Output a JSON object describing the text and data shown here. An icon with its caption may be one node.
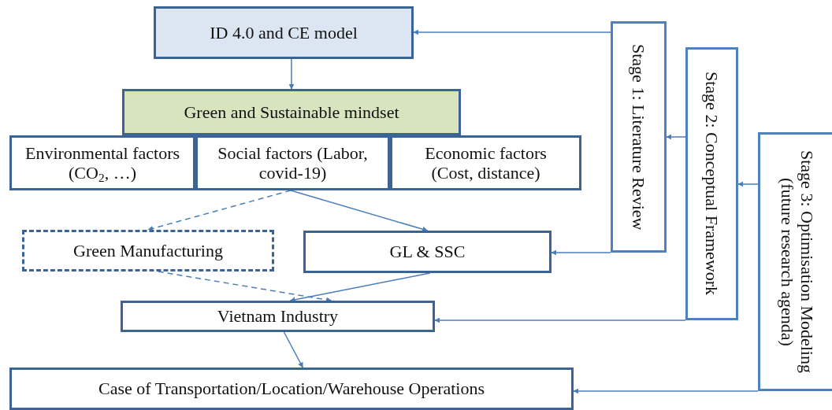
{
  "diagram": {
    "nodes": [
      {
        "text": [
          "ID 4.0 and CE model"
        ]
      },
      {
        "text": [
          "Green and Sustainable mindset"
        ]
      },
      {
        "text": [
          "Environmental factors (CO$_{2}$, …)"
        ]
      },
      {
        "text": [
          "Social factors (Labor, covid-19)"
        ]
      },
      {
        "text": [
          "Economic factors (Cost, distance)"
        ]
      },
      {
        "text": [
          "Green Manufacturing"
        ]
      },
      {
        "text": [
          "GL & SSC"
        ]
      },
      {
        "text": [
          "Vietnam Industry"
        ]
      },
      {
        "text": [
          "Case of Transportation/Location/Warehouse Operations"
        ]
      },
      {
        "text": [
          "Stage 1: Literature Review"
        ]
      },
      {
        "text": [
          "Stage 2: Conceptual Framework"
        ]
      },
      {
        "text": [
          "Stage 3: Optimisation Modeling (future research agenda)"
        ]
      }
    ],
    "edges": [
      {
        "from": 0,
        "to": 1,
        "arrow": "to"
      },
      {
        "from": 3,
        "to": 5,
        "arrow": "to",
        "style": "dashed"
      },
      {
        "from": 3,
        "to": 6,
        "arrow": "to"
      },
      {
        "from": 5,
        "to": 7,
        "arrow": "to",
        "style": "dashed"
      },
      {
        "from": 6,
        "to": 7,
        "arrow": "to"
      },
      {
        "from": 7,
        "to": 8,
        "arrow": "to"
      },
      {
        "from": 9,
        "to": 0,
        "arrow": "to"
      },
      {
        "from": 9,
        "to": 6,
        "arrow": "to"
      },
      {
        "from": 10,
        "to": 9,
        "arrow": "to"
      },
      {
        "from": 10,
        "to": 7,
        "arrow": "to"
      },
      {
        "from": 11,
        "to": 10,
        "arrow": "to"
      },
      {
        "from": 11,
        "to": 8,
        "arrow": "to"
      }
    ]
  }
}
